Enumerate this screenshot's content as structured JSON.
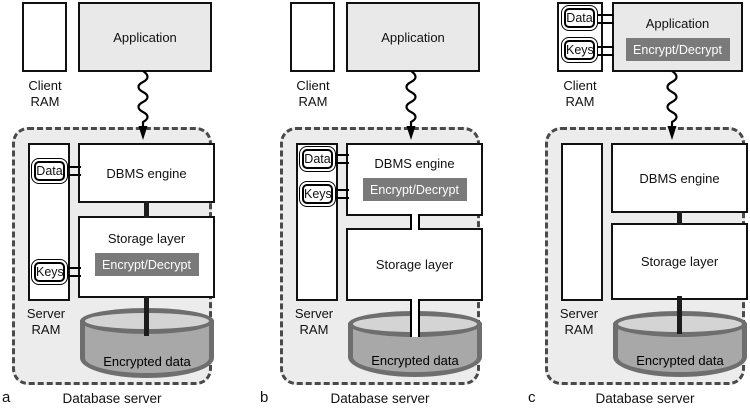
{
  "labels": {
    "application": "Application",
    "client_ram": "Client RAM",
    "server_ram": "Server RAM",
    "dbms_engine": "DBMS engine",
    "storage_layer": "Storage layer",
    "encrypt_decrypt": "Encrypt/Decrypt",
    "data": "Data",
    "keys": "Keys",
    "encrypted_data": "Encrypted data",
    "database_server": "Database server"
  },
  "panels": [
    {
      "letter": "a",
      "encrypt_location": "storage-layer",
      "data_keys_location": "server-ram"
    },
    {
      "letter": "b",
      "encrypt_location": "dbms-engine",
      "data_keys_location": "server-ram"
    },
    {
      "letter": "c",
      "encrypt_location": "application",
      "data_keys_location": "client-ram"
    }
  ],
  "colors": {
    "box_fill": "#e9e9e9",
    "server_fill": "#ececec",
    "dashed_border": "#4a4a4a",
    "encrypt_bg": "#7a7a7a",
    "encrypt_text": "#ffffff",
    "cylinder_body": "#a8a8a8",
    "cylinder_top": "#d4d4d4",
    "cylinder_border": "#6e6e6e"
  }
}
